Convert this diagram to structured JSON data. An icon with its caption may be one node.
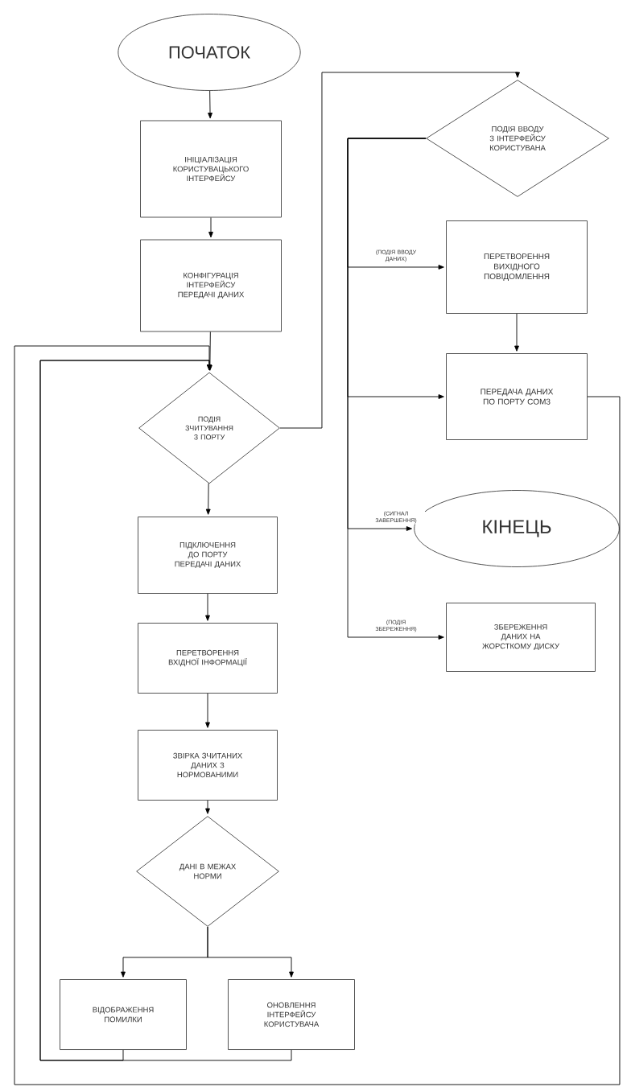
{
  "diagram": {
    "nodes": [
      {
        "text": [
          "ПОЧАТОК"
        ]
      },
      {
        "text": [
          "ІНІЦІАЛІЗАЦІЯ КОРИСТУВАЦЬКОГО ІНТЕРФЕЙСУ"
        ]
      },
      {
        "text": [
          "КОНФІГУРАЦІЯ ІНТЕРФЕЙСУ ПЕРЕДАЧІ ДАНИХ"
        ]
      },
      {
        "text": [
          "ПОДІЯ ЗЧИТУВАННЯ З ПОРТУ"
        ]
      },
      {
        "text": [
          "ПОДІЯ ВВОДУ З ІНТЕРФЕЙСУ КОРИСТУВАНА"
        ]
      },
      {
        "text": [
          "ПЕРЕТВОРЕННЯ ВИХІДНОГО ПОВІДОМЛЕННЯ"
        ]
      },
      {
        "text": [
          "ПЕРЕДАЧА ДАНИХ ПО ПОРТУ COM3"
        ]
      },
      {
        "text": [
          "КІНЕЦЬ"
        ]
      },
      {
        "text": [
          "ЗБЕРЕЖЕННЯ ДАНИХ НА ЖОРСТКОМУ ДИСКУ"
        ]
      },
      {
        "text": [
          "ПІДКЛЮЧЕННЯ ДО ПОРТУ ПЕРЕДАЧІ ДАНИХ"
        ]
      },
      {
        "text": [
          "ПЕРЕТВОРЕННЯ ВХІДНОЇ ІНФОРМАЦІЇ"
        ]
      },
      {
        "text": [
          "ЗВІРКА ЗЧИТАНИХ ДАНИХ З НОРМОВАНИМИ"
        ]
      },
      {
        "text": [
          "ДАНІ В МЕЖАХ НОРМИ"
        ]
      },
      {
        "text": [
          "ВІДОБРАЖЕННЯ ПОМИЛКИ"
        ]
      },
      {
        "text": [
          "ОНОВЛЕННЯ ІНТЕРФЕЙСУ КОРИСТУВАЧА"
        ]
      }
    ],
    "edges": [
      {
        "from": 0,
        "to": 1,
        "arrow": "to"
      },
      {
        "from": 1,
        "to": 2,
        "arrow": "to"
      },
      {
        "from": 2,
        "to": 3,
        "arrow": "to"
      },
      {
        "from": 3,
        "to": 4,
        "arrow": "to"
      },
      {
        "from": 4,
        "to": 5,
        "arrow": "to",
        "label": "(ПОДІЯ ВВОДУ ДАНИХ)"
      },
      {
        "from": 4,
        "to": 6,
        "arrow": "to"
      },
      {
        "from": 4,
        "to": 7,
        "arrow": "to",
        "label": "(СИГНАЛ ЗАВЕРШЕННЯ)"
      },
      {
        "from": 4,
        "to": 8,
        "arrow": "to",
        "label": "(ПОДІЯ ЗБЕРЕЖЕННЯ)"
      },
      {
        "from": 5,
        "to": 6,
        "arrow": "to"
      },
      {
        "from": 6,
        "to": 3,
        "arrow": "to"
      },
      {
        "from": 3,
        "to": 9,
        "arrow": "to"
      },
      {
        "from": 9,
        "to": 10,
        "arrow": "to"
      },
      {
        "from": 10,
        "to": 11,
        "arrow": "to"
      },
      {
        "from": 11,
        "to": 12,
        "arrow": "to"
      },
      {
        "from": 12,
        "to": 13,
        "arrow": "to"
      },
      {
        "from": 12,
        "to": 14,
        "arrow": "to"
      },
      {
        "from": 13,
        "to": 3,
        "arrow": "to"
      },
      {
        "from": 14,
        "to": 3,
        "arrow": "to"
      }
    ]
  }
}
